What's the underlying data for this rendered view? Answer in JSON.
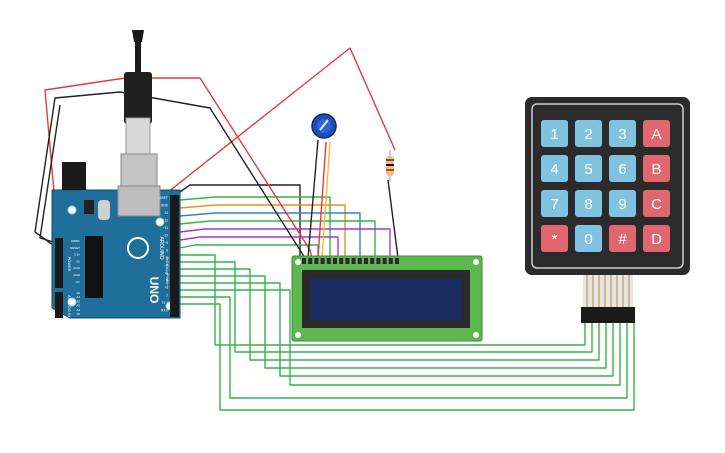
{
  "arduino": {
    "brand": "ARDUINO",
    "model": "UNO",
    "header_digital": "DIGITAL (PWM~)",
    "header_power": "POWER",
    "header_analog": "ANALOG IN",
    "pins_digital": [
      "AREF",
      "GND",
      "13",
      "12",
      "~11",
      "~10",
      "~9",
      "8",
      "7",
      "~6",
      "~5",
      "4",
      "~3",
      "2",
      "TX 1",
      "RX 0"
    ],
    "pins_power": [
      "IOREF",
      "RESET",
      "3.3V",
      "5V",
      "GND",
      "GND",
      "Vin"
    ],
    "pins_analog": [
      "A0",
      "A1",
      "A2",
      "A3",
      "A4",
      "A5"
    ]
  },
  "keypad": {
    "rows": [
      [
        "1",
        "2",
        "3",
        "A"
      ],
      [
        "4",
        "5",
        "6",
        "B"
      ],
      [
        "7",
        "8",
        "9",
        "C"
      ],
      [
        "*",
        "0",
        "#",
        "D"
      ]
    ],
    "colors": {
      "number_key": "#7fc3e0",
      "letter_key": "#e0676f",
      "body": "#2b2b2b"
    }
  },
  "colors": {
    "board": "#1f6f9a",
    "lcd_pcb": "#5cb84f",
    "lcd_screen": "#1c2b60",
    "wire_red": "#e23b3b",
    "wire_black": "#222222",
    "wire_green": "#35b249",
    "wire_orange": "#f08c1f",
    "wire_blue": "#3a7bd5",
    "wire_purple": "#a23cc9",
    "wire_yellow": "#f3c01a"
  }
}
